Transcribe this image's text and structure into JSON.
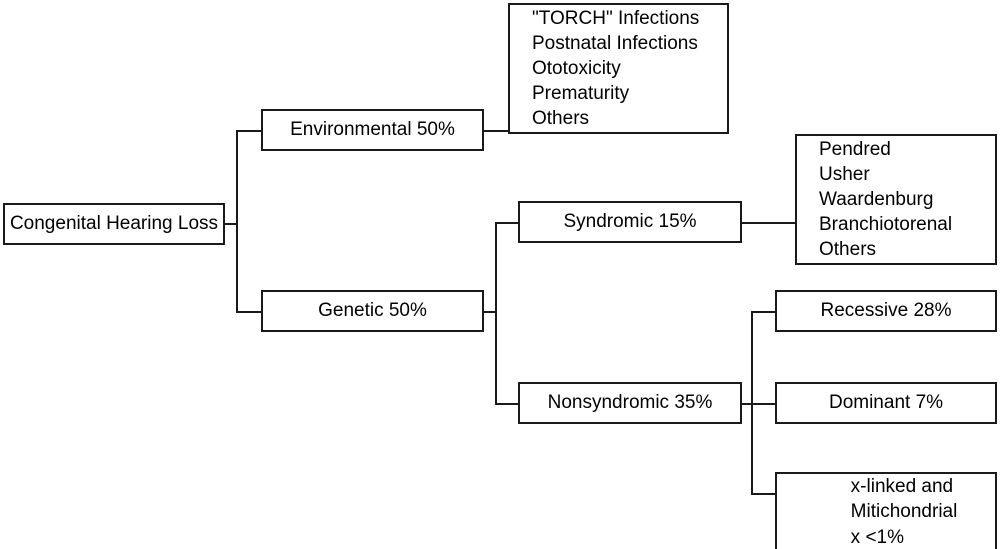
{
  "diagram": {
    "title": "Congenital Hearing Loss etiology flowchart",
    "nodes": {
      "root": "Congenital Hearing Loss",
      "environmental": "Environmental 50%",
      "genetic": "Genetic 50%",
      "environmental_causes": "\"TORCH\" Infections\nPostnatal Infections\nOtotoxicity\nPrematurity\nOthers",
      "syndromic": "Syndromic 15%",
      "nonsyndromic": "Nonsyndromic 35%",
      "syndromic_examples": "Pendred\nUsher\nWaardenburg\nBranchiotorenal\nOthers",
      "recessive": "Recessive 28%",
      "dominant": "Dominant 7%",
      "xlinked": "x-linked and\nMitichondrial\nx <1%"
    },
    "colors": {
      "line": "#1a1a1a",
      "background": "#ffffff",
      "text": "#000000"
    }
  }
}
